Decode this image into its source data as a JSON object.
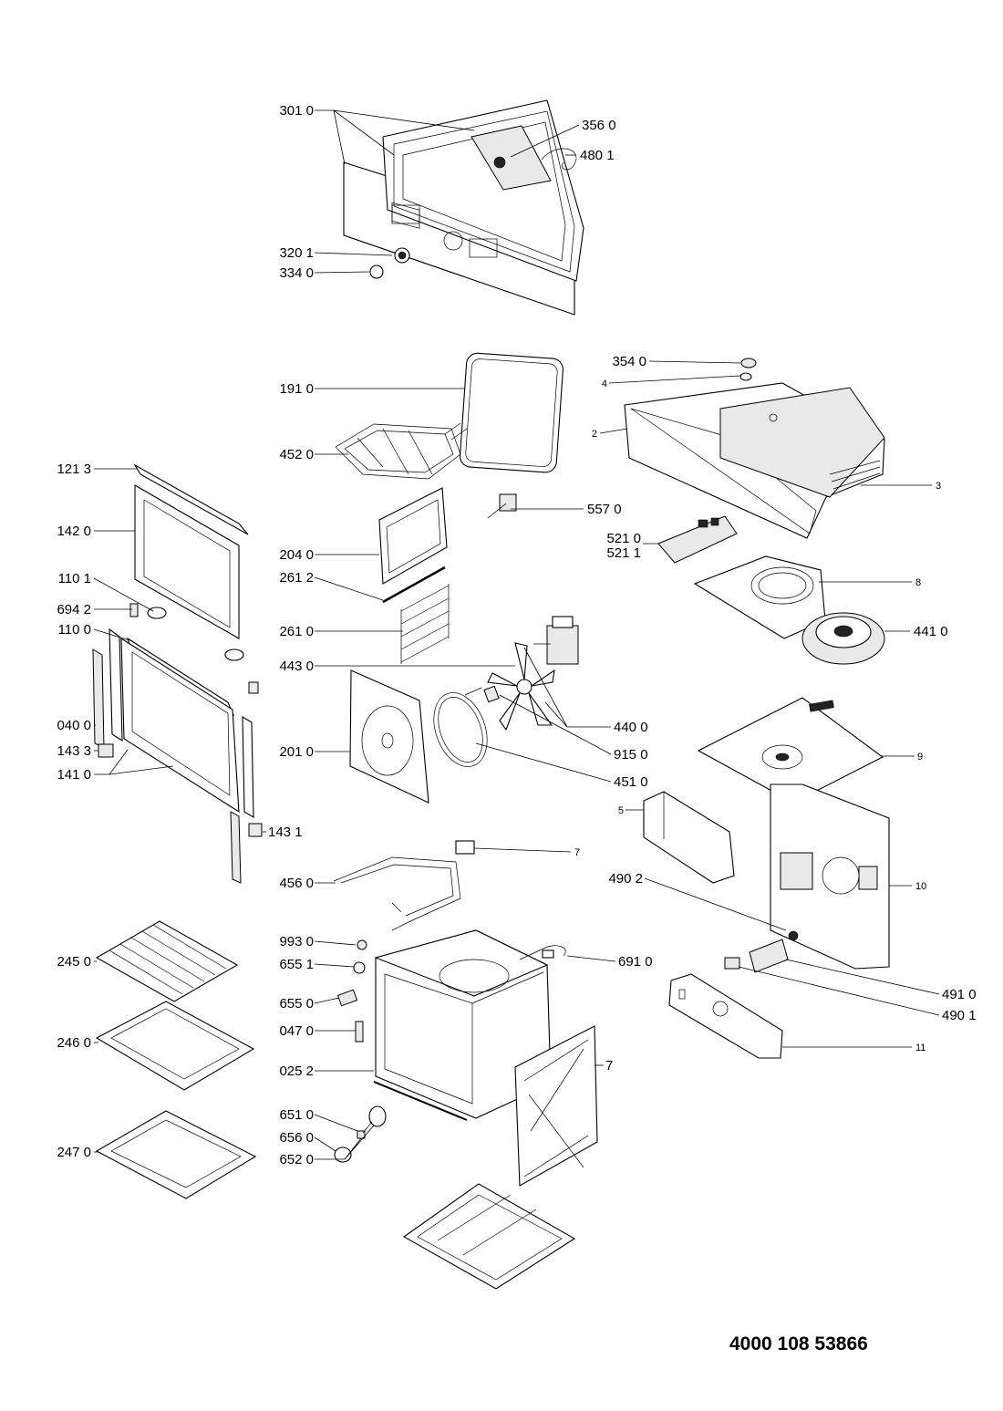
{
  "document_number": "4000 108 53866",
  "labels": [
    {
      "id": "p3010",
      "text": "301 0"
    },
    {
      "id": "p3560",
      "text": "356 0"
    },
    {
      "id": "p4801",
      "text": "480 1"
    },
    {
      "id": "p3201",
      "text": "320 1"
    },
    {
      "id": "p3340",
      "text": "334 0"
    },
    {
      "id": "p3540",
      "text": "354 0"
    },
    {
      "id": "p4",
      "text": "4"
    },
    {
      "id": "p1910",
      "text": "191 0"
    },
    {
      "id": "p2",
      "text": "2"
    },
    {
      "id": "p4520",
      "text": "452 0"
    },
    {
      "id": "p1213",
      "text": "121 3"
    },
    {
      "id": "p3",
      "text": "3"
    },
    {
      "id": "p5570",
      "text": "557 0"
    },
    {
      "id": "p1420",
      "text": "142 0"
    },
    {
      "id": "p2040",
      "text": "204 0"
    },
    {
      "id": "p5210",
      "text": "521 0"
    },
    {
      "id": "p5211",
      "text": "521 1"
    },
    {
      "id": "p2612",
      "text": "261 2"
    },
    {
      "id": "p1101",
      "text": "110 1"
    },
    {
      "id": "p8",
      "text": "8"
    },
    {
      "id": "p6942",
      "text": "694 2"
    },
    {
      "id": "p2610",
      "text": "261 0"
    },
    {
      "id": "p1100",
      "text": "110 0"
    },
    {
      "id": "p4410",
      "text": "441 0"
    },
    {
      "id": "p4430",
      "text": "443 0"
    },
    {
      "id": "p0400",
      "text": "040 0"
    },
    {
      "id": "p4400",
      "text": "440 0"
    },
    {
      "id": "p1433",
      "text": "143 3"
    },
    {
      "id": "p2010",
      "text": "201 0"
    },
    {
      "id": "p9150",
      "text": "915 0"
    },
    {
      "id": "p9",
      "text": "9"
    },
    {
      "id": "p1410",
      "text": "141 0"
    },
    {
      "id": "p4510",
      "text": "451 0"
    },
    {
      "id": "p5",
      "text": "5"
    },
    {
      "id": "p1431",
      "text": "143 1"
    },
    {
      "id": "p7a",
      "text": "7"
    },
    {
      "id": "p4560",
      "text": "456 0"
    },
    {
      "id": "p4902",
      "text": "490 2"
    },
    {
      "id": "p10",
      "text": "10"
    },
    {
      "id": "p2450",
      "text": "245 0"
    },
    {
      "id": "p9930",
      "text": "993 0"
    },
    {
      "id": "p6910",
      "text": "691 0"
    },
    {
      "id": "p6551",
      "text": "655 1"
    },
    {
      "id": "p6550",
      "text": "655 0"
    },
    {
      "id": "p4910",
      "text": "491 0"
    },
    {
      "id": "p4901",
      "text": "490 1"
    },
    {
      "id": "p0470",
      "text": "047 0"
    },
    {
      "id": "p2460",
      "text": "246 0"
    },
    {
      "id": "p11",
      "text": "11"
    },
    {
      "id": "p7b",
      "text": "7"
    },
    {
      "id": "p0252",
      "text": "025 2"
    },
    {
      "id": "p6510",
      "text": "651 0"
    },
    {
      "id": "p6560",
      "text": "656 0"
    },
    {
      "id": "p6520",
      "text": "652 0"
    },
    {
      "id": "p2470",
      "text": "247 0"
    }
  ]
}
